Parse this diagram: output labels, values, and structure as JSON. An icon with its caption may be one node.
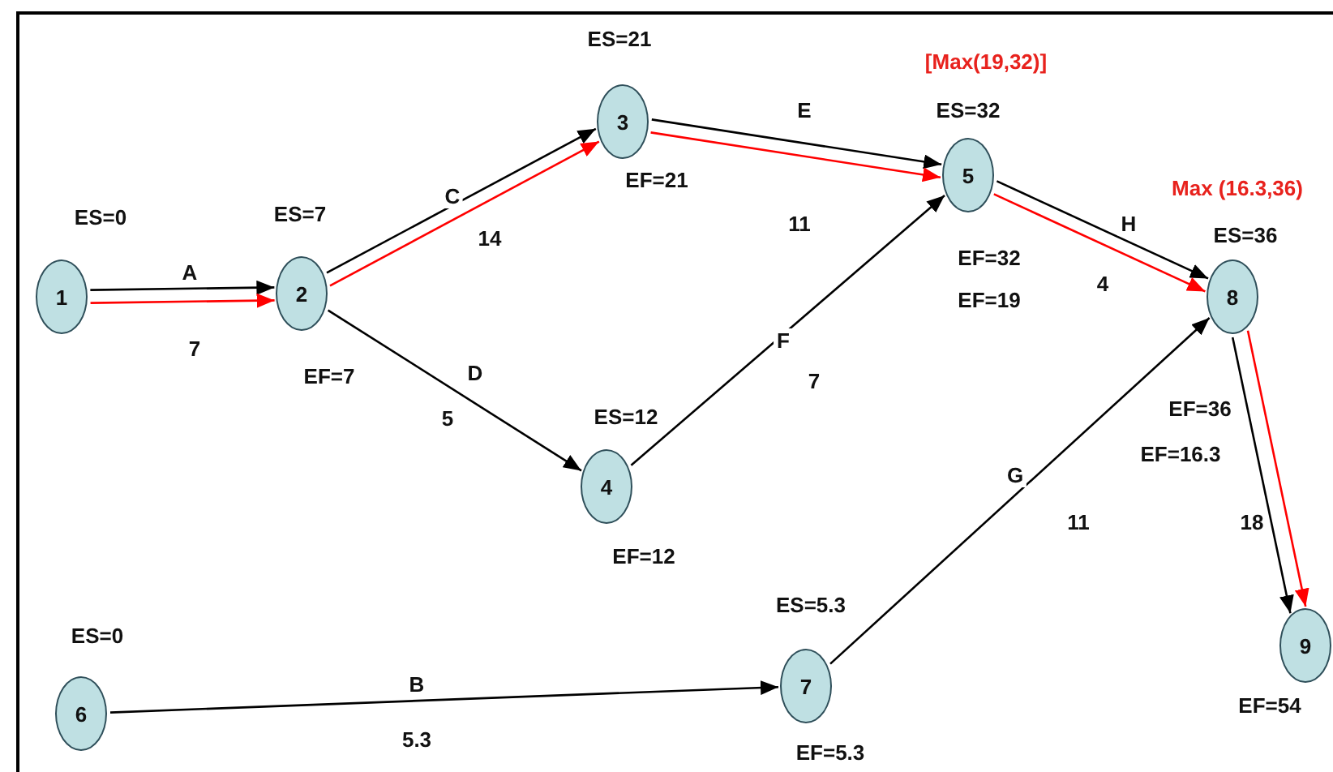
{
  "diagram": {
    "nodes": [
      {
        "text": [
          "1"
        ],
        "beside": [
          "ES=0"
        ]
      },
      {
        "text": [
          "2"
        ],
        "beside": [
          "ES=7",
          "EF=7"
        ]
      },
      {
        "text": [
          "3"
        ],
        "beside": [
          "ES=21",
          "EF=21"
        ]
      },
      {
        "text": [
          "4"
        ],
        "beside": [
          "ES=12",
          "EF=12"
        ]
      },
      {
        "text": [
          "5"
        ],
        "beside": [
          "[Max(19,32)]",
          "ES=32",
          "EF=32",
          "EF=19"
        ]
      },
      {
        "text": [
          "6"
        ],
        "beside": [
          "ES=0"
        ]
      },
      {
        "text": [
          "7"
        ],
        "beside": [
          "ES=5.3",
          "EF=5.3"
        ]
      },
      {
        "text": [
          "8"
        ],
        "beside": [
          "Max (16.3,36)",
          "ES=36",
          "EF=36",
          "EF=16.3"
        ]
      },
      {
        "text": [
          "9"
        ],
        "beside": [
          "EF=54"
        ]
      }
    ],
    "edges": [
      {
        "from": 0,
        "to": 1,
        "arrow": "to",
        "label": "A"
      },
      {
        "from": 0,
        "to": 1,
        "arrow": "to",
        "color": "#ff0000"
      },
      {
        "from": 1,
        "to": 2,
        "arrow": "to",
        "label": "C"
      },
      {
        "from": 1,
        "to": 2,
        "arrow": "to",
        "color": "#ff0000"
      },
      {
        "from": 1,
        "to": 3,
        "arrow": "to",
        "label": "D"
      },
      {
        "from": 2,
        "to": 4,
        "arrow": "to",
        "label": "E"
      },
      {
        "from": 2,
        "to": 4,
        "arrow": "to",
        "color": "#ff0000"
      },
      {
        "from": 3,
        "to": 4,
        "arrow": "to",
        "label": "F"
      },
      {
        "from": 4,
        "to": 7,
        "arrow": "to",
        "label": "H"
      },
      {
        "from": 4,
        "to": 7,
        "arrow": "to",
        "color": "#ff0000"
      },
      {
        "from": 6,
        "to": 7,
        "arrow": "to",
        "label": "G"
      },
      {
        "from": 5,
        "to": 6,
        "arrow": "to",
        "label": "B"
      },
      {
        "from": 7,
        "to": 8,
        "arrow": "to"
      },
      {
        "from": 7,
        "to": 8,
        "arrow": "to",
        "color": "#ff0000"
      }
    ],
    "labels": [
      "11",
      "14",
      "4",
      "7",
      "7",
      "5",
      "11",
      "18",
      "5.3"
    ]
  }
}
